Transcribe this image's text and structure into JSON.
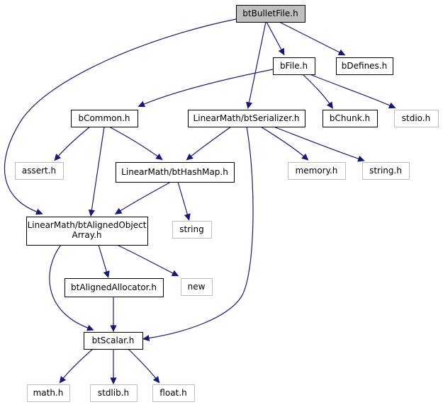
{
  "graph": {
    "nodes": [
      {
        "id": "bt_bullet_file",
        "label": "btBulletFile.h",
        "kind": "root"
      },
      {
        "id": "b_file",
        "label": "bFile.h",
        "kind": "project"
      },
      {
        "id": "b_defines",
        "label": "bDefines.h",
        "kind": "project"
      },
      {
        "id": "b_common",
        "label": "bCommon.h",
        "kind": "project"
      },
      {
        "id": "bt_serializer",
        "label": "LinearMath/btSerializer.h",
        "kind": "project"
      },
      {
        "id": "b_chunk",
        "label": "bChunk.h",
        "kind": "project"
      },
      {
        "id": "stdio_h",
        "label": "stdio.h",
        "kind": "system"
      },
      {
        "id": "assert_h",
        "label": "assert.h",
        "kind": "system"
      },
      {
        "id": "bt_hash_map",
        "label": "LinearMath/btHashMap.h",
        "kind": "project"
      },
      {
        "id": "memory_h",
        "label": "memory.h",
        "kind": "system"
      },
      {
        "id": "string_h",
        "label": "string.h",
        "kind": "system"
      },
      {
        "id": "bt_aligned_object_array",
        "label_lines": [
          "LinearMath/btAlignedObject",
          "Array.h"
        ],
        "kind": "project"
      },
      {
        "id": "string_std",
        "label": "string",
        "kind": "system"
      },
      {
        "id": "bt_aligned_allocator",
        "label": "btAlignedAllocator.h",
        "kind": "project"
      },
      {
        "id": "new_std",
        "label": "new",
        "kind": "system"
      },
      {
        "id": "bt_scalar",
        "label": "btScalar.h",
        "kind": "project"
      },
      {
        "id": "math_h",
        "label": "math.h",
        "kind": "system"
      },
      {
        "id": "stdlib_h",
        "label": "stdlib.h",
        "kind": "system"
      },
      {
        "id": "float_h",
        "label": "float.h",
        "kind": "system"
      }
    ],
    "edges": [
      {
        "from": "bt_bullet_file",
        "to": "b_file"
      },
      {
        "from": "bt_bullet_file",
        "to": "b_defines"
      },
      {
        "from": "bt_bullet_file",
        "to": "bt_serializer"
      },
      {
        "from": "bt_bullet_file",
        "to": "bt_aligned_object_array"
      },
      {
        "from": "b_file",
        "to": "b_common"
      },
      {
        "from": "b_file",
        "to": "b_chunk"
      },
      {
        "from": "b_file",
        "to": "stdio_h"
      },
      {
        "from": "b_common",
        "to": "assert_h"
      },
      {
        "from": "b_common",
        "to": "bt_hash_map"
      },
      {
        "from": "b_common",
        "to": "bt_aligned_object_array"
      },
      {
        "from": "bt_serializer",
        "to": "bt_hash_map"
      },
      {
        "from": "bt_serializer",
        "to": "memory_h"
      },
      {
        "from": "bt_serializer",
        "to": "string_h"
      },
      {
        "from": "bt_serializer",
        "to": "bt_scalar"
      },
      {
        "from": "bt_hash_map",
        "to": "bt_aligned_object_array"
      },
      {
        "from": "bt_hash_map",
        "to": "string_std"
      },
      {
        "from": "bt_aligned_object_array",
        "to": "bt_aligned_allocator"
      },
      {
        "from": "bt_aligned_object_array",
        "to": "new_std"
      },
      {
        "from": "bt_aligned_object_array",
        "to": "bt_scalar"
      },
      {
        "from": "bt_aligned_allocator",
        "to": "bt_scalar"
      },
      {
        "from": "bt_scalar",
        "to": "math_h"
      },
      {
        "from": "bt_scalar",
        "to": "stdlib_h"
      },
      {
        "from": "bt_scalar",
        "to": "float_h"
      }
    ],
    "colors": {
      "edge": "#191970",
      "root_fill": "#bfbfbf",
      "project_border": "#000000",
      "system_border": "#bfbfbf"
    }
  }
}
